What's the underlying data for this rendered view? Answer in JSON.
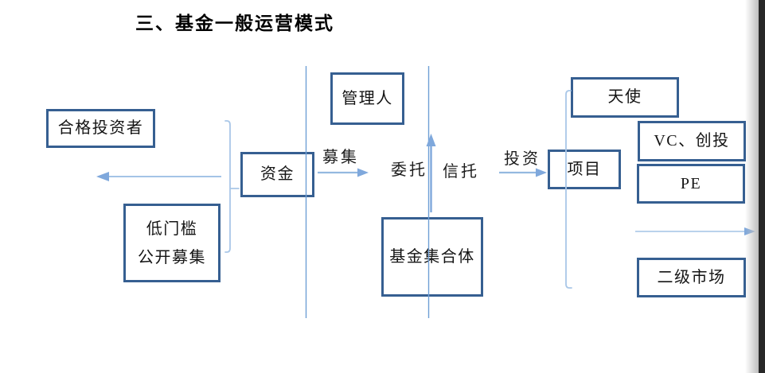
{
  "title": "三、基金一般运营模式",
  "colors": {
    "box_border": "#365f91",
    "box_text": "#141414",
    "divider_line": "#6f9fd6",
    "bracket": "#a9c7e8",
    "arrow": "#94b9e0",
    "arrow_light": "#a4c4e6",
    "arrow_strong": "#7fa8dc",
    "edge_bar": "#282828"
  },
  "boxes": {
    "qualified_investors": {
      "label": "合格投资者"
    },
    "low_threshold": {
      "line1": "低门槛",
      "line2": "公开募集"
    },
    "funds": {
      "label": "资金"
    },
    "manager": {
      "label": "管理人"
    },
    "fund_collective": {
      "label": "基金集合体"
    },
    "project": {
      "label": "项目"
    },
    "angel": {
      "label": "天使"
    },
    "vc": {
      "label": "VC、创投"
    },
    "pe": {
      "label": "PE"
    },
    "secondary_market": {
      "label": "二级市场"
    }
  },
  "flow_labels": {
    "raise": "募集",
    "entrust": "委托",
    "trust": "信托",
    "invest": "投资"
  }
}
